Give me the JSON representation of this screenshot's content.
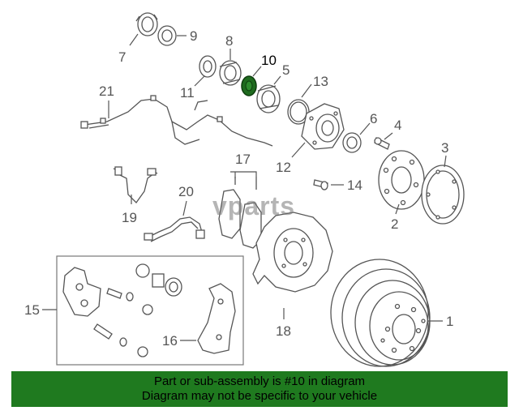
{
  "diagram": {
    "highlight_color": "#1f6b1f",
    "callouts": {
      "c1": "1",
      "c2": "2",
      "c3": "3",
      "c4": "4",
      "c5": "5",
      "c6": "6",
      "c7": "7",
      "c8": "8",
      "c9": "9",
      "c10": "10",
      "c11": "11",
      "c12": "12",
      "c13": "13",
      "c14": "14",
      "c15": "15",
      "c16": "16",
      "c17": "17",
      "c18": "18",
      "c19": "19",
      "c20": "20",
      "c21": "21"
    }
  },
  "watermark": "vparts",
  "footer": {
    "line1": "Part or sub-assembly is #10 in diagram",
    "line2": "Diagram may not be specific to your vehicle",
    "background": "#1f7a1f"
  }
}
